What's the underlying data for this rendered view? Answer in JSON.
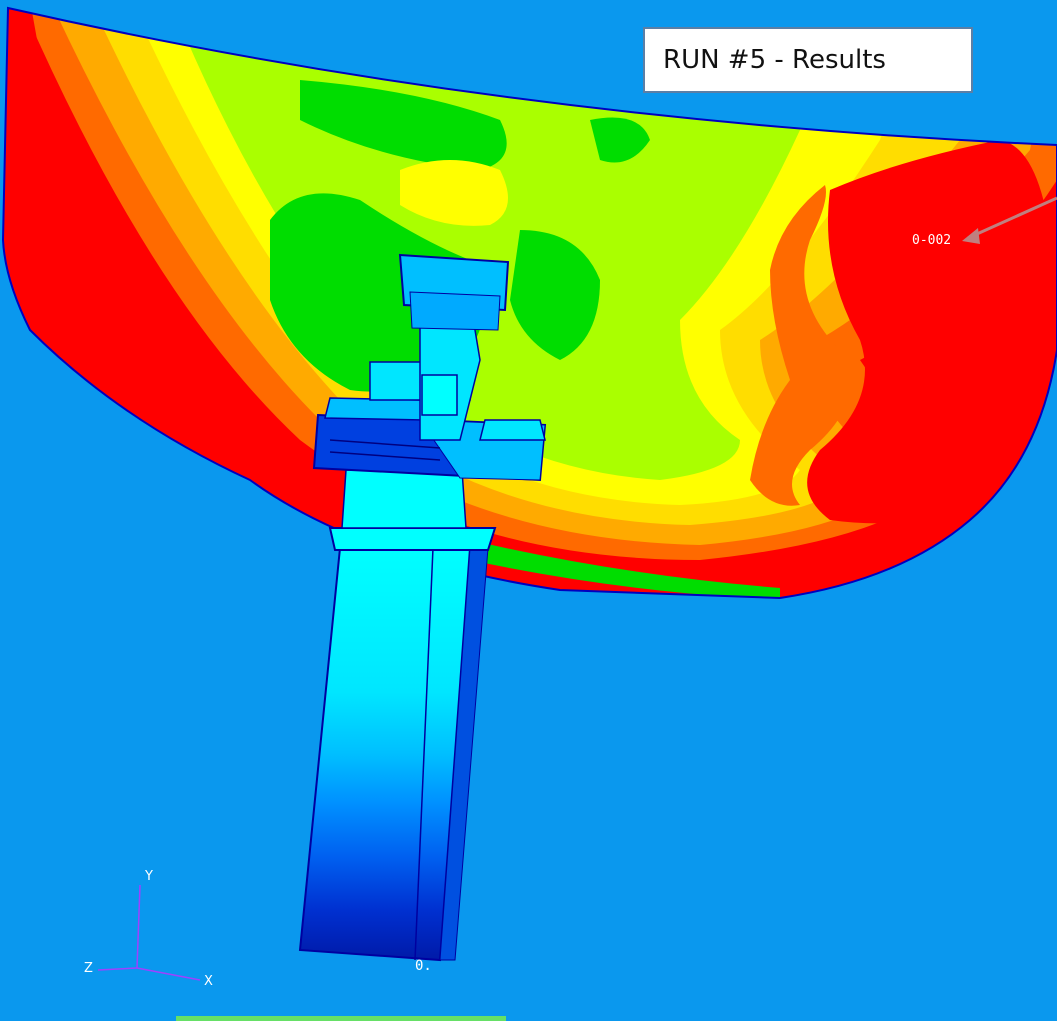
{
  "overlay": {
    "title": "RUN #5 - Results"
  },
  "viewport": {
    "node_label": "0-002",
    "origin_label": "0.",
    "background_color": "#0a98ee",
    "contour_colors": [
      "#ff0000",
      "#ff6a00",
      "#ffaa00",
      "#ffdd00",
      "#ffff00",
      "#aaff00",
      "#00dd00",
      "#00c8c8",
      "#00ffff",
      "#00bfff",
      "#0080ff",
      "#0040e0",
      "#001ab0"
    ]
  },
  "triad": {
    "x_label": "X",
    "y_label": "Y",
    "z_label": "Z"
  }
}
